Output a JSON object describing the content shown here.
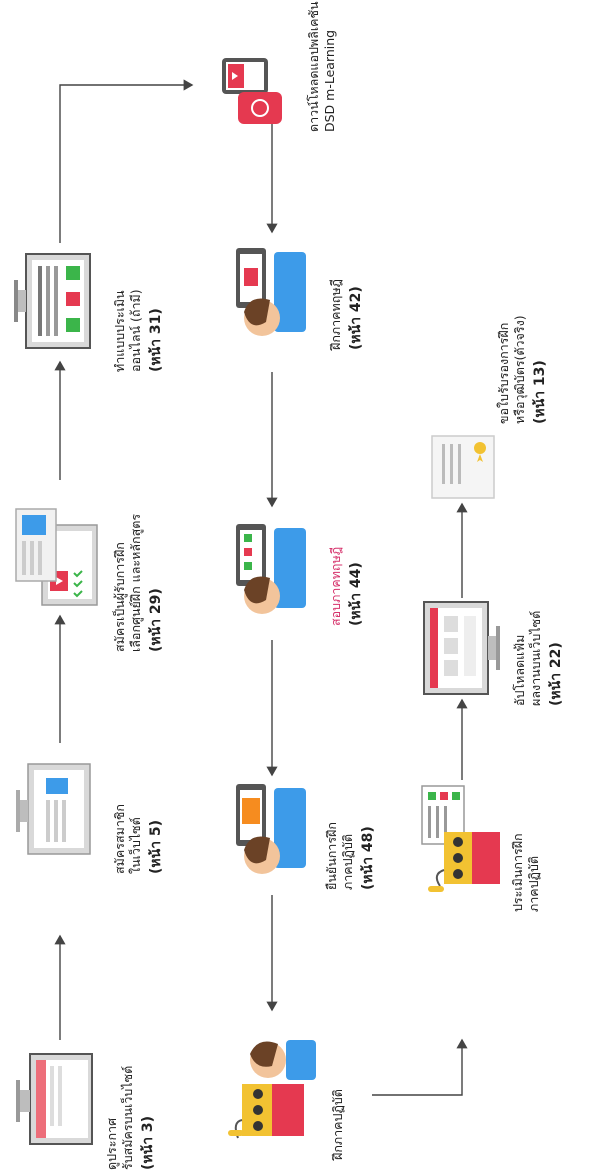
{
  "steps": [
    {
      "line1": "ดูประกาศ",
      "line2": "รับสมัครบนเว็บไซต์",
      "page": "(หน้า 3)"
    },
    {
      "line1": "สมัครสมาชิก",
      "line2": "ในเว็บไซต์",
      "page": "(หน้า 5)"
    },
    {
      "line1": "สมัครเป็นผู้รับการฝึก",
      "line2": "เลือกศูนย์ฝึก และหลักสูตร",
      "page": "(หน้า 29)"
    },
    {
      "line1": "ทำแบบประเมิน",
      "line2": "ออนไลน์ (ถ้ามี)",
      "page": "(หน้า 31)"
    },
    {
      "line1": "ดาวน์โหลดแอปพลิเคชัน",
      "line2": "DSD m-Learning"
    },
    {
      "line1": "ฝึกภาคทฤษฎี",
      "page": "(หน้า 42)"
    },
    {
      "line1": "สอบภาคทฤษฎี",
      "page": "(หน้า 44)"
    },
    {
      "line1": "ยืนยันการฝึก",
      "line2": "ภาคปฏิบัติ",
      "page": "(หน้า 48)"
    },
    {
      "line1": "ฝึกภาคปฏิบัติ"
    },
    {
      "line1": "ประเมินการฝึก",
      "line2": "ภาคปฏิบัติ"
    },
    {
      "line1": "อัปโหลดแฟ้ม",
      "line2": "ผลงานบนเว็บไซต์",
      "page": "(หน้า 22)"
    },
    {
      "line1": "ขอใบรับรองการฝึก",
      "line2": "หรือวุฒิบัตร(ตัวจริง)",
      "page": "(หน้า 13)"
    }
  ],
  "colors": {
    "accent_red": "#e53950",
    "pink_text": "#d6336c",
    "arrow": "#444444"
  }
}
